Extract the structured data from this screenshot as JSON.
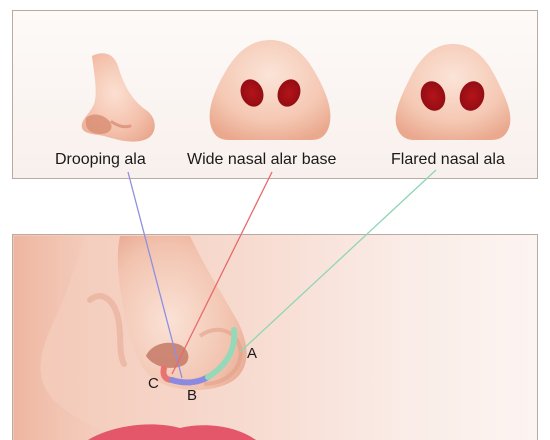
{
  "labels": {
    "drooping_ala": "Drooping ala",
    "wide_nasal_alar_base": "Wide nasal alar base",
    "flared_nasal_ala": "Flared nasal ala"
  },
  "points": {
    "a": "A",
    "b": "B",
    "c": "C"
  },
  "colors": {
    "drooping": "#8f8fe0",
    "wide": "#e86a6a",
    "flared": "#8fd6b4"
  }
}
